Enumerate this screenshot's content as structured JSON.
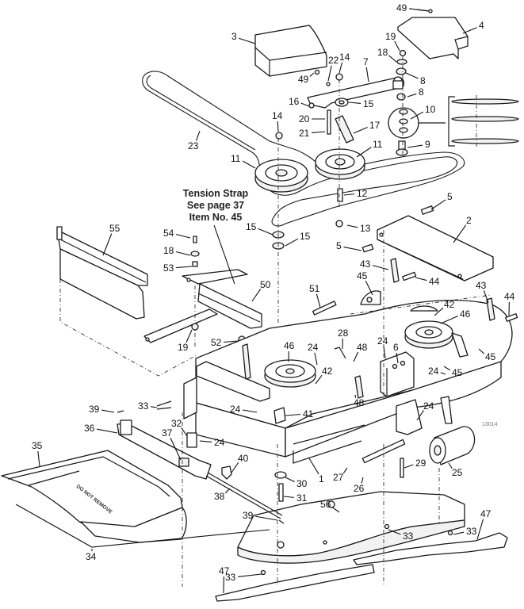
{
  "diagram": {
    "type": "exploded parts diagram",
    "subject": "Mower deck assembly",
    "figure_id": "13014",
    "note": {
      "line1": "Tension Strap",
      "line2": "See page 37",
      "line3": "Item No. 45"
    },
    "decal_text": "DO NOT REMOVE",
    "callouts": [
      {
        "id": "c49a",
        "label": "49"
      },
      {
        "id": "c3",
        "label": "3"
      },
      {
        "id": "c4",
        "label": "4"
      },
      {
        "id": "c19a",
        "label": "19"
      },
      {
        "id": "c22",
        "label": "22"
      },
      {
        "id": "c14a",
        "label": "14"
      },
      {
        "id": "c7",
        "label": "7"
      },
      {
        "id": "c18a",
        "label": "18"
      },
      {
        "id": "c49b",
        "label": "49"
      },
      {
        "id": "c8a",
        "label": "8"
      },
      {
        "id": "c8b",
        "label": "8"
      },
      {
        "id": "c16",
        "label": "16"
      },
      {
        "id": "c15a",
        "label": "15"
      },
      {
        "id": "c10",
        "label": "10"
      },
      {
        "id": "c14b",
        "label": "14"
      },
      {
        "id": "c20",
        "label": "20"
      },
      {
        "id": "c17",
        "label": "17"
      },
      {
        "id": "c23",
        "label": "23"
      },
      {
        "id": "c21",
        "label": "21"
      },
      {
        "id": "c9",
        "label": "9"
      },
      {
        "id": "c11a",
        "label": "11"
      },
      {
        "id": "c11b",
        "label": "11"
      },
      {
        "id": "c12",
        "label": "12"
      },
      {
        "id": "c5a",
        "label": "5"
      },
      {
        "id": "c55",
        "label": "55"
      },
      {
        "id": "c2",
        "label": "2"
      },
      {
        "id": "c13",
        "label": "13"
      },
      {
        "id": "c54",
        "label": "54"
      },
      {
        "id": "c15b",
        "label": "15"
      },
      {
        "id": "c15c",
        "label": "15"
      },
      {
        "id": "c5b",
        "label": "5"
      },
      {
        "id": "c18b",
        "label": "18"
      },
      {
        "id": "c43a",
        "label": "43"
      },
      {
        "id": "c53",
        "label": "53"
      },
      {
        "id": "c45a",
        "label": "45"
      },
      {
        "id": "c44a",
        "label": "44"
      },
      {
        "id": "c50",
        "label": "50"
      },
      {
        "id": "c51",
        "label": "51"
      },
      {
        "id": "c43b",
        "label": "43"
      },
      {
        "id": "c44b",
        "label": "44"
      },
      {
        "id": "c42a",
        "label": "42"
      },
      {
        "id": "c46a",
        "label": "46"
      },
      {
        "id": "c19b",
        "label": "19"
      },
      {
        "id": "c52",
        "label": "52"
      },
      {
        "id": "c28",
        "label": "28"
      },
      {
        "id": "c48a",
        "label": "48"
      },
      {
        "id": "c46b",
        "label": "46"
      },
      {
        "id": "c24a",
        "label": "24"
      },
      {
        "id": "c24b",
        "label": "24"
      },
      {
        "id": "c6",
        "label": "6"
      },
      {
        "id": "c45b",
        "label": "45"
      },
      {
        "id": "c24c",
        "label": "24"
      },
      {
        "id": "c45c",
        "label": "45"
      },
      {
        "id": "c42b",
        "label": "42"
      },
      {
        "id": "c48b",
        "label": "48"
      },
      {
        "id": "c33a",
        "label": "33"
      },
      {
        "id": "c24d",
        "label": "24"
      },
      {
        "id": "c41",
        "label": "41"
      },
      {
        "id": "c24e",
        "label": "24"
      },
      {
        "id": "c39a",
        "label": "39"
      },
      {
        "id": "c32",
        "label": "32"
      },
      {
        "id": "c36",
        "label": "36"
      },
      {
        "id": "c37",
        "label": "37"
      },
      {
        "id": "c24f",
        "label": "24"
      },
      {
        "id": "c35",
        "label": "35"
      },
      {
        "id": "c40",
        "label": "40"
      },
      {
        "id": "c29",
        "label": "29"
      },
      {
        "id": "c27",
        "label": "27"
      },
      {
        "id": "c25",
        "label": "25"
      },
      {
        "id": "c1",
        "label": "1"
      },
      {
        "id": "c30",
        "label": "30"
      },
      {
        "id": "c26",
        "label": "26"
      },
      {
        "id": "c38",
        "label": "38"
      },
      {
        "id": "c31",
        "label": "31"
      },
      {
        "id": "c56",
        "label": "56"
      },
      {
        "id": "c39b",
        "label": "39"
      },
      {
        "id": "c47a",
        "label": "47"
      },
      {
        "id": "c33b",
        "label": "33"
      },
      {
        "id": "c33c",
        "label": "33"
      },
      {
        "id": "c34",
        "label": "34"
      },
      {
        "id": "c47b",
        "label": "47"
      },
      {
        "id": "c33d",
        "label": "33"
      }
    ]
  }
}
